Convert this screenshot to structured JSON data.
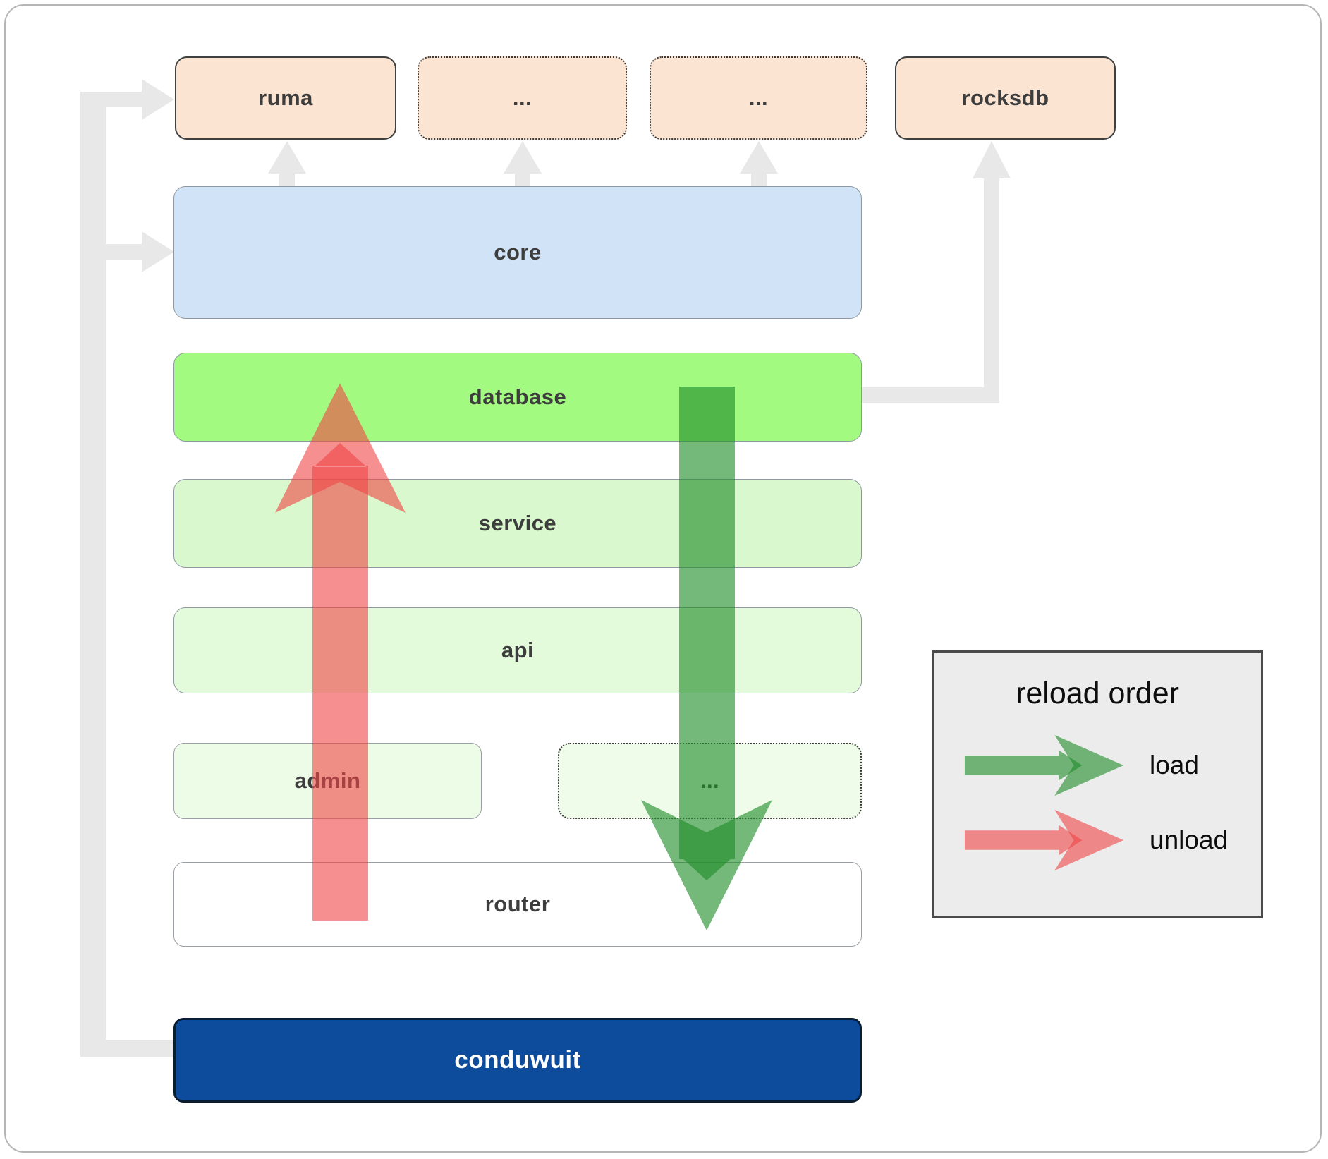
{
  "diagram": {
    "boxes": {
      "ruma": {
        "label": "ruma"
      },
      "dots_top_left": {
        "label": "..."
      },
      "dots_top_right": {
        "label": "..."
      },
      "rocksdb": {
        "label": "rocksdb"
      },
      "core": {
        "label": "core"
      },
      "database": {
        "label": "database"
      },
      "service": {
        "label": "service"
      },
      "api": {
        "label": "api"
      },
      "admin": {
        "label": "admin"
      },
      "dots_mid": {
        "label": "..."
      },
      "router": {
        "label": "router"
      },
      "conduwuit": {
        "label": "conduwuit"
      }
    },
    "colors": {
      "edge_gray": "#e8e8e8",
      "load_green": "#1e8c28",
      "unload_red": "#f04545",
      "peach": "#fce4d2",
      "core_blue": "#d0e3f7",
      "database_green": "#a3fa81",
      "service_green": "#d9f8cd",
      "api_green": "#e4fbdb",
      "admin_green": "#ecfce6",
      "dots_mid_green": "#effce9",
      "router_white": "#ffffff",
      "conduwuit_navy": "#0d4c9c",
      "legend_bg": "#ececec"
    },
    "legend": {
      "title": "reload order",
      "items": [
        {
          "label": "load",
          "color": "#1e8c28"
        },
        {
          "label": "unload",
          "color": "#f04545"
        }
      ]
    }
  }
}
